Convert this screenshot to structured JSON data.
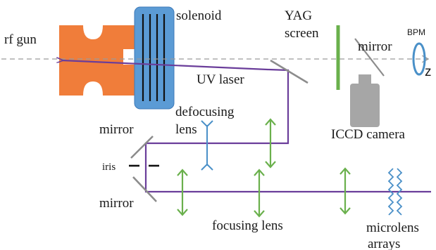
{
  "labels": {
    "rf_gun": "rf gun",
    "solenoid": "solenoid",
    "yag_line1": "YAG",
    "yag_line2": "screen",
    "mirror_top": "mirror",
    "bpm": "BPM",
    "z_axis": "z",
    "uv_laser": "UV laser",
    "defocusing_line1": "defocusing",
    "defocusing_line2": "lens",
    "mirror_left_top": "mirror",
    "iris": "iris",
    "mirror_left_bottom": "mirror",
    "iccd_camera": "ICCD camera",
    "focusing_lens": "focusing lens",
    "microlens_line1": "microlens",
    "microlens_line2": "arrays"
  },
  "colors": {
    "rf_gun": "#f07d3a",
    "solenoid_fill": "#5b9bd5",
    "solenoid_stroke": "#3d7ab8",
    "laser_path": "#6a3d9a",
    "lens_green": "#6ab04c",
    "lens_blue": "#4a90c8",
    "yag_screen": "#6ab04c",
    "camera": "#a6a6a6",
    "mirror": "#8c8c8c",
    "axis_dash": "#9a9a9a"
  }
}
